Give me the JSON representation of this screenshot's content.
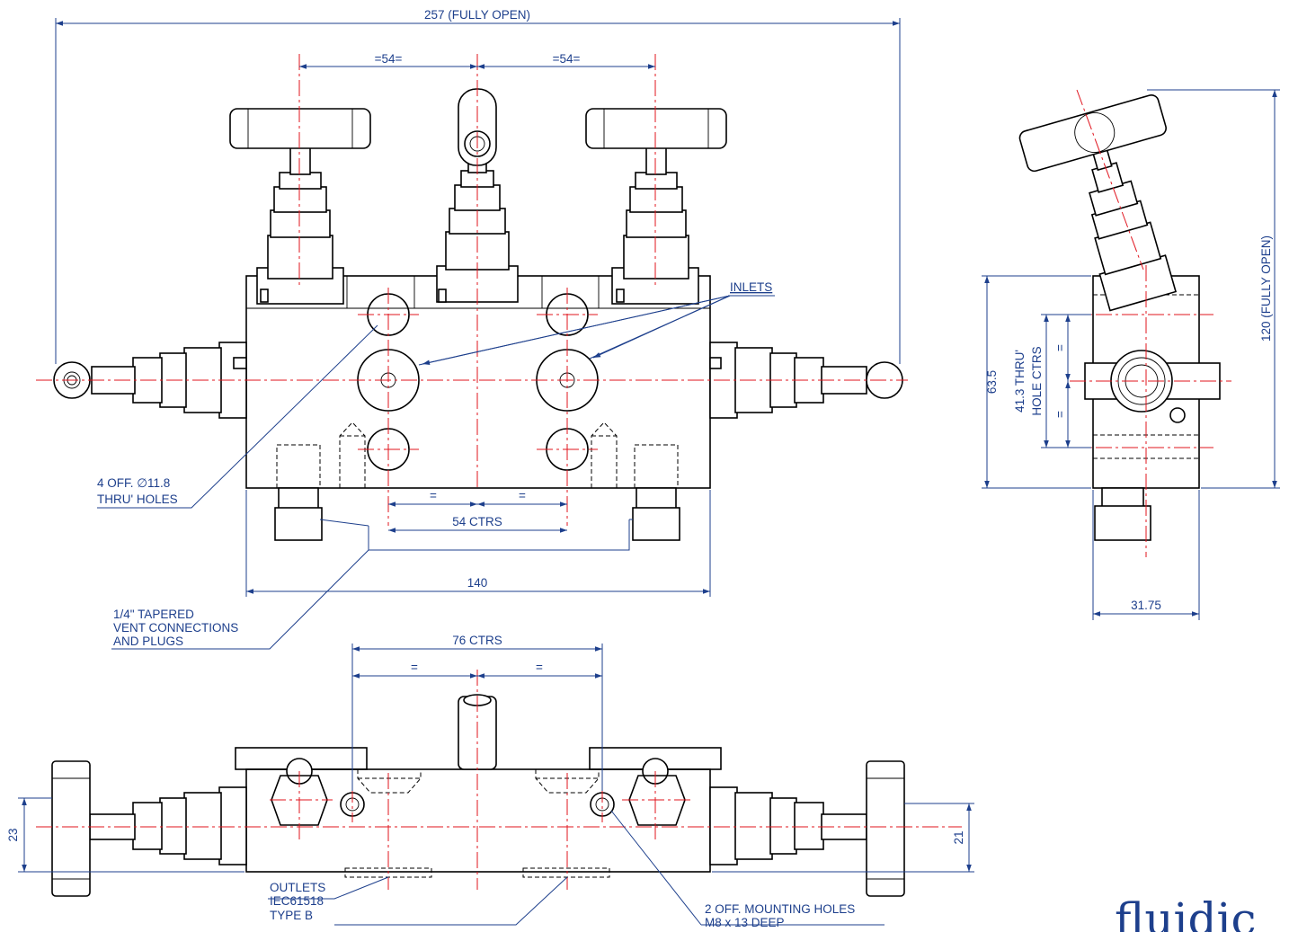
{
  "top_view": {
    "dim_overall": "257 (FULLY OPEN)",
    "dim_left_half": "=54=",
    "dim_right_half": "=54=",
    "dim_body_width": "140",
    "dim_inlet_ctrs": "54 CTRS",
    "dim_eq_left": "=",
    "dim_eq_right": "=",
    "label_inlets": "INLETS",
    "label_holes_1": "4 OFF. ∅11.8",
    "label_holes_2": "THRU' HOLES",
    "label_vent_1": "1/4\" TAPERED",
    "label_vent_2": "VENT CONNECTIONS",
    "label_vent_3": "AND PLUGS"
  },
  "side_view": {
    "dim_height": "120 (FULLY OPEN)",
    "dim_body_height": "63.5",
    "dim_hole_ctrs_1": "41.3  THRU'",
    "dim_hole_ctrs_2": "HOLE CTRS",
    "dim_eq_upper": "=",
    "dim_eq_lower": "=",
    "dim_width": "31.75"
  },
  "bottom_view": {
    "dim_mount_ctrs": "76 CTRS",
    "dim_eq_left": "=",
    "dim_eq_right": "=",
    "dim_left": "23",
    "dim_right": "21",
    "label_outlets_1": "OUTLETS",
    "label_outlets_2": "IEC61518",
    "label_outlets_3": "TYPE B",
    "label_mount_1": "2 OFF. MOUNTING HOLES",
    "label_mount_2": "M8 x 13 DEEP"
  },
  "brand": {
    "name": "fluidic"
  },
  "colors": {
    "outline": "#000000",
    "centerline": "#e0141e",
    "dimension": "#1d3f8c"
  }
}
